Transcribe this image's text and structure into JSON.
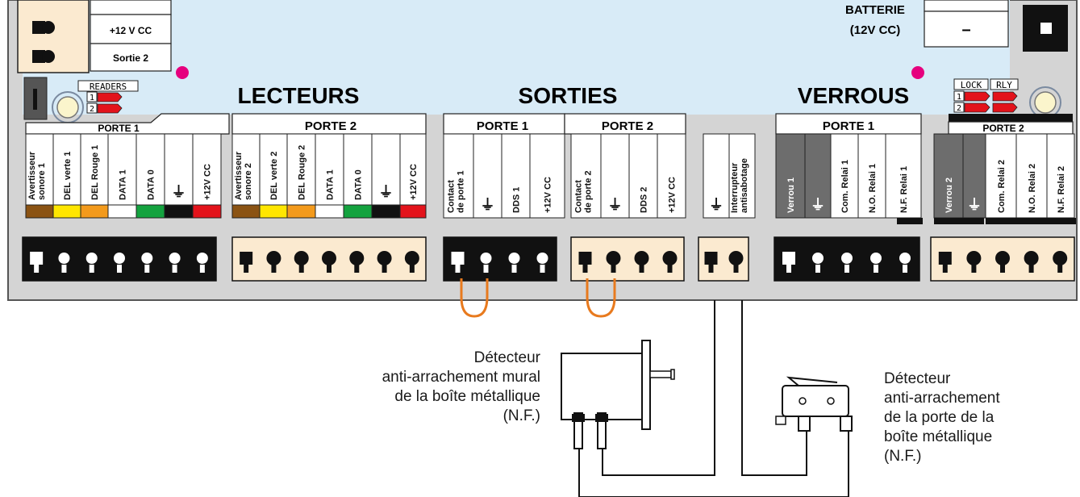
{
  "top_area": {
    "rows": [
      "+12 V CC",
      "Sortie 2"
    ],
    "battery_label_line1": "BATTERIE",
    "battery_label_line2": "(12V CC)",
    "battery_minus": "–"
  },
  "jumpers": {
    "readers": {
      "title": "READERS",
      "pins": [
        "1",
        "2"
      ]
    },
    "lock": {
      "title": "LOCK",
      "pins": [
        "1",
        "2"
      ]
    },
    "rly": {
      "title": "RLY"
    }
  },
  "sections": [
    {
      "title": "LECTEURS"
    },
    {
      "title": "SORTIES"
    },
    {
      "title": "VERROUS"
    }
  ],
  "groups": [
    {
      "title": "PORTE 1"
    },
    {
      "title": "PORTE 2"
    },
    {
      "title": "PORTE 1"
    },
    {
      "title": "PORTE 2"
    },
    {
      "title": "PORTE 1"
    },
    {
      "title": "PORTE 2"
    }
  ],
  "terminals": [
    {
      "label": "Avertisseur\nsonore 1",
      "color": "#8b5313"
    },
    {
      "label": "DEL verte 1",
      "color": "#ffe600"
    },
    {
      "label": "DEL Rouge 1",
      "color": "#f39a1c"
    },
    {
      "label": "DATA 1",
      "color": "#ffffff"
    },
    {
      "label": "DATA 0",
      "color": "#14a33f"
    },
    {
      "label": "⏚",
      "color": "#111111"
    },
    {
      "label": "+12V CC",
      "color": "#e3131b"
    },
    {
      "label": "Avertisseur\nsonore 2",
      "color": "#8b5313"
    },
    {
      "label": "DEL verte 2",
      "color": "#ffe600"
    },
    {
      "label": "DEL Rouge 2",
      "color": "#f39a1c"
    },
    {
      "label": "DATA 1",
      "color": "#ffffff"
    },
    {
      "label": "DATA 0",
      "color": "#14a33f"
    },
    {
      "label": "⏚",
      "color": "#111111"
    },
    {
      "label": "+12V CC",
      "color": "#e3131b"
    },
    {
      "label": "Contact\nde porte 1"
    },
    {
      "label": "⏚"
    },
    {
      "label": "DDS 1"
    },
    {
      "label": "+12V CC"
    },
    {
      "label": "Contact\nde porte 2"
    },
    {
      "label": "⏚"
    },
    {
      "label": "DDS 2"
    },
    {
      "label": "+12V CC"
    },
    {
      "label": "⏚"
    },
    {
      "label": "Interrupteur\nantisabotage"
    },
    {
      "label": "Verrou 1"
    },
    {
      "label": "⏚"
    },
    {
      "label": "Com. Relai 1"
    },
    {
      "label": "N.O. Relai 1"
    },
    {
      "label": "N.F. Relai 1"
    },
    {
      "label": "Verrou 2"
    },
    {
      "label": "⏚"
    },
    {
      "label": "Com. Relai 2"
    },
    {
      "label": "N.O. Relai 2"
    },
    {
      "label": "N.F. Relai 2"
    }
  ],
  "annotations": {
    "wall_detector": [
      "Détecteur",
      "anti-arrachement mural",
      "de la boîte métallique",
      "(N.F.)"
    ],
    "door_detector": [
      "Détecteur",
      "anti-arrachement",
      "de la porte de la",
      "boîte métallique",
      "(N.F.)"
    ]
  },
  "colors": {
    "board_bg": "#d8ebf7",
    "board_border": "#555555",
    "terminal_block_dark": "#111111",
    "terminal_block_light": "#fbead0",
    "jumper_wire": "#e87a1e",
    "led_dot": "#e6007e",
    "jumper_red": "#e3131b",
    "relay_gray": "#6d6d6d"
  }
}
